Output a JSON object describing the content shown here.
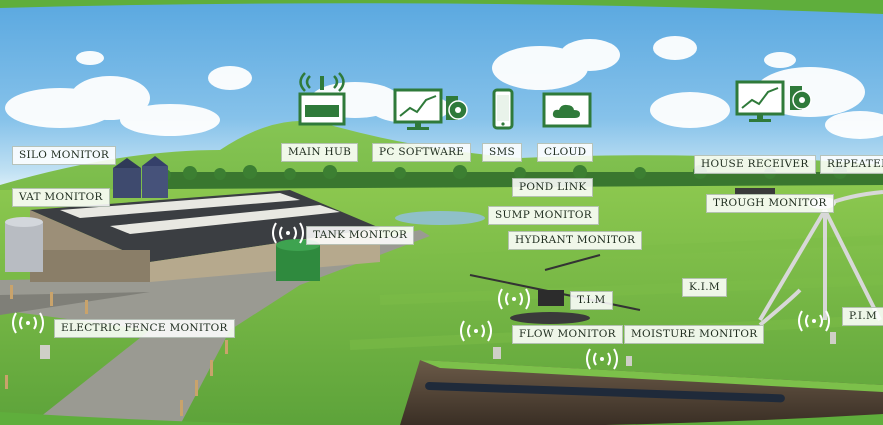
{
  "labels": {
    "silo_monitor": "SILO MONITOR",
    "vat_monitor": "VAT MONITOR",
    "tank_monitor": "TANK MONITOR",
    "electric_fence_monitor": "ELECTRIC FENCE MONITOR",
    "main_hub": "MAIN HUB",
    "pc_software": "PC SOFTWARE",
    "sms": "SMS",
    "cloud": "CLOUD",
    "house_receiver": "HOUSE RECEIVER",
    "repeater": "REPEATER",
    "pond_link": "POND LINK",
    "sump_monitor": "SUMP MONITOR",
    "hydrant_monitor": "HYDRANT MONITOR",
    "trough_monitor": "TROUGH MONITOR",
    "kim": "K.I.M",
    "tim": "T.I.M",
    "flow_monitor": "FLOW MONITOR",
    "moisture_monitor": "MOISTURE MONITOR",
    "pim": "P.I.M"
  },
  "colors": {
    "icon_green": "#2f7a3a",
    "grass": "#6db33f",
    "hill": "#7cc04a",
    "sky": "#6fb4e4"
  },
  "icons": [
    "wifi-router-icon",
    "monitor-chart-icon",
    "cd-disc-icon",
    "mobile-phone-icon",
    "cloud-screen-icon",
    "signal-waves-icon"
  ]
}
